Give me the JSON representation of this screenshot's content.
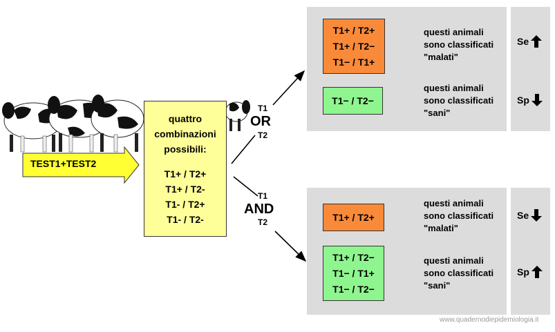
{
  "input": {
    "label": "TEST1+TEST2",
    "color": "#ffff33"
  },
  "center": {
    "title_lines": [
      "quattro",
      "combinazioni",
      "possibili:"
    ],
    "combos": [
      "T1+ / T2+",
      "T1+ / T2-",
      "T1- / T2+",
      "T1- / T2-"
    ]
  },
  "or_branch": {
    "top": "T1",
    "op": "OR",
    "bottom": "T2"
  },
  "and_branch": {
    "top": "T1",
    "op": "AND",
    "bottom": "T2"
  },
  "or_panel": {
    "sick": {
      "lines": [
        "T1+ / T2+",
        "T1+ / T2−",
        "T1− / T1+"
      ],
      "desc": [
        "questi animali",
        "sono classificati",
        "\"malati\""
      ],
      "metric": "Se",
      "arrow": "up"
    },
    "healthy": {
      "lines": [
        "T1− / T2−"
      ],
      "desc": [
        "questi animali",
        "sono classificati",
        "\"sani\""
      ],
      "metric": "Sp",
      "arrow": "down"
    }
  },
  "and_panel": {
    "sick": {
      "lines": [
        "T1+ / T2+"
      ],
      "desc": [
        "questi animali",
        "sono classificati",
        "\"malati\""
      ],
      "metric": "Se",
      "arrow": "down"
    },
    "healthy": {
      "lines": [
        "T1+ / T2−",
        "T1− / T1+",
        "T1− / T2−"
      ],
      "desc": [
        "questi animali",
        "sono classificati",
        "\"sani\""
      ],
      "metric": "Sp",
      "arrow": "up"
    }
  },
  "footer": "www.quadernodiepidemiologia.it",
  "colors": {
    "orange": "#f98a3a",
    "green": "#8ff58f",
    "panel": "#dcdcdc",
    "yellow": "#ffff99"
  }
}
